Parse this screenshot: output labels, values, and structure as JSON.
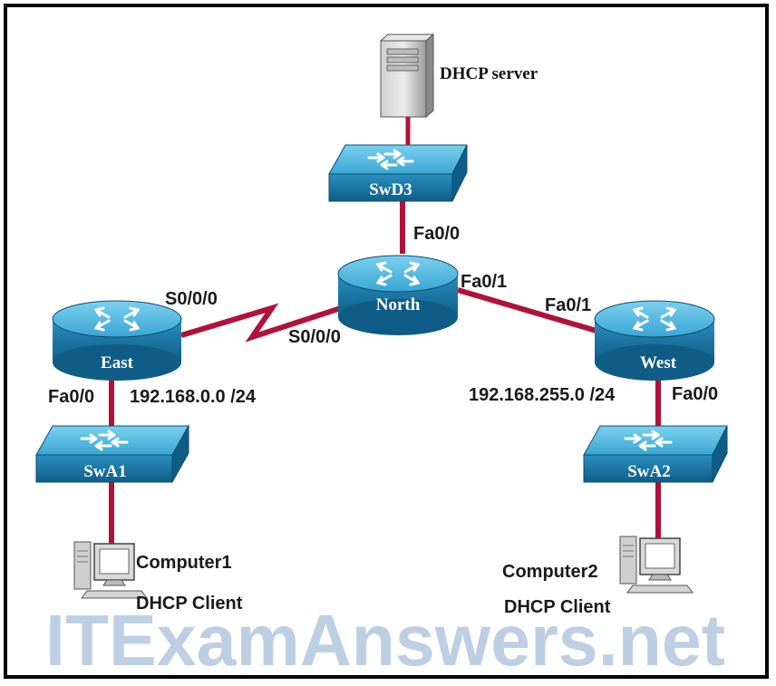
{
  "colors": {
    "link": "#b0123a",
    "device_top": "#4fb6dc",
    "device_side": "#1a78a8",
    "device_dark": "#0f5d87",
    "watermark": "#a9bfd9"
  },
  "devices": {
    "dhcp_server": {
      "label": "DHCP server",
      "icon": "server-icon"
    },
    "swd3": {
      "label": "SwD3",
      "icon": "switch-icon"
    },
    "north": {
      "label": "North",
      "icon": "router-icon"
    },
    "east": {
      "label": "East",
      "icon": "router-icon"
    },
    "west": {
      "label": "West",
      "icon": "router-icon"
    },
    "swa1": {
      "label": "SwA1",
      "icon": "switch-icon"
    },
    "swa2": {
      "label": "SwA2",
      "icon": "switch-icon"
    },
    "computer1": {
      "label": "Computer1",
      "role": "DHCP Client",
      "icon": "computer-icon"
    },
    "computer2": {
      "label": "Computer2",
      "role": "DHCP Client",
      "icon": "computer-icon"
    }
  },
  "interfaces": {
    "north_fa00": "Fa0/0",
    "north_fa01": "Fa0/1",
    "north_s000": "S0/0/0",
    "east_s000": "S0/0/0",
    "east_fa00": "Fa0/0",
    "west_fa01": "Fa0/1",
    "west_fa00": "Fa0/0"
  },
  "networks": {
    "east_lan": "192.168.0.0 /24",
    "west_lan": "192.168.255.0 /24"
  },
  "watermark": "ITExamAnswers.net"
}
